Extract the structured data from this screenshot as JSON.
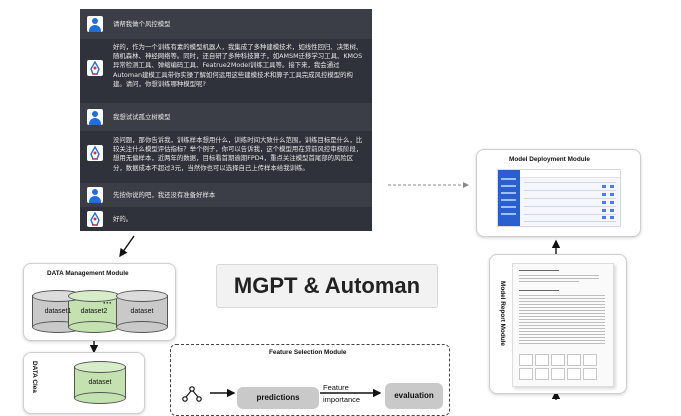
{
  "chat": {
    "messages": [
      {
        "role": "user",
        "text": "请帮我做个风控模型"
      },
      {
        "role": "bot",
        "text": "好的，作为一个训练有素的模型机器人，我集成了多种建模技术，如线性回归、决策树、随机森林、神经网络等。同时，还自研了多种科技算子，如AMSM迁移学习工具、KMOS异常检测工具、弹缩编码工具、Featrue2Model训练工具等。接下来，我会通过 Automan建模工具带你实操了解如何运用这些建模技术和算子工具完成风控模型的构建。请问，你想训练哪种模型呢?"
      },
      {
        "role": "user",
        "text": "我想试试孤立树模型"
      },
      {
        "role": "bot",
        "text": "没问题，那你告诉我，训练样本想用什么，训练时间大致什么范围，训练目标是什么，比较关注什么模型评估指标？举个例子，你可以告诉我，这个模型用在贷前风控审核阶段，想用无偏样本，近两年的数据，目标看首期逾期FPD4，重点关注模型首尾部的风险区分，数据成本不超过3元，当然你也可以选择自己上传样本给我训练。"
      },
      {
        "role": "user",
        "text": "先按你说的吧，我还没有准备好样本"
      },
      {
        "role": "bot",
        "text": "好的。"
      }
    ]
  },
  "center_title": "MGPT & Automan",
  "data_management": {
    "title": "DATA Management Module",
    "datasets": [
      "dataset1",
      "dataset2",
      "dataset"
    ],
    "ellipsis": "···"
  },
  "data_cleaning": {
    "title": "DATA Clea",
    "dataset": "dataset"
  },
  "feature_selection": {
    "title": "Feature Selection Module",
    "predictions": "predictions",
    "arrow_label_1": "Feature",
    "arrow_label_2": "importance",
    "evaluation": "evaluation"
  },
  "deployment": {
    "title": "Model Deployment Module"
  },
  "report": {
    "title": "Model Report Module"
  },
  "colors": {
    "chat_bg": "#2b2e36",
    "avatar_blue": "#1e6fd9",
    "cylinder_grey": "#c9c9c9",
    "cylinder_green": "#c4e1b0"
  }
}
